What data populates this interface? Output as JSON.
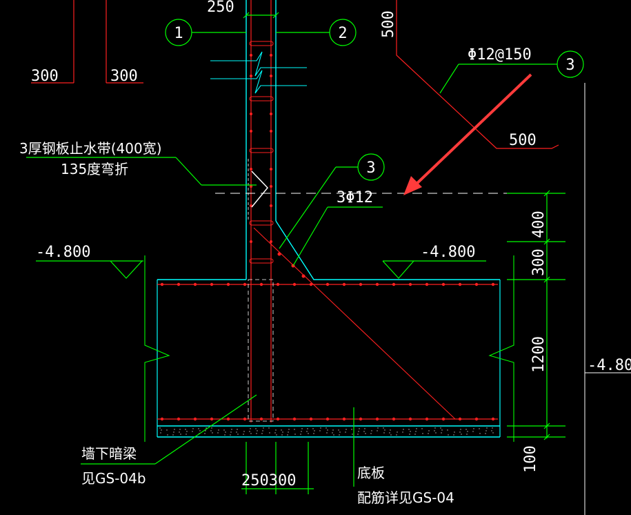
{
  "dims": {
    "top_250": "250",
    "left_300a": "300",
    "left_300b": "300",
    "right_500_vertical": "500",
    "right_500_horizontal": "500",
    "h_400": "400",
    "h_300": "300",
    "h_1200": "1200",
    "h_100": "100",
    "bottom_250300": "250300"
  },
  "axes": {
    "axis_1": "1",
    "axis_2": "2"
  },
  "callouts": {
    "callout_3_top": "3",
    "callout_3_mid": "3"
  },
  "rebar": {
    "top_spec": "Φ12@150",
    "mid_spec": "3Φ12"
  },
  "annotations": {
    "waterstop_line1": "3厚钢板止水带(400宽)",
    "waterstop_line2": "135度弯折",
    "beam_line1": "墙下暗梁",
    "beam_line2": "见GS-04b",
    "slab_line1": "底板",
    "slab_line2": "配筋详见GS-04"
  },
  "elevations": {
    "left": "-4.800",
    "right": "-4.800",
    "far_right": "-4.80"
  },
  "colors": {
    "background": "#000000",
    "concrete_outline": "#00ffff",
    "rebar": "#ff2020",
    "dimension": "#00ff00",
    "text": "#ffffff",
    "arrow": "#ff3b3b"
  }
}
